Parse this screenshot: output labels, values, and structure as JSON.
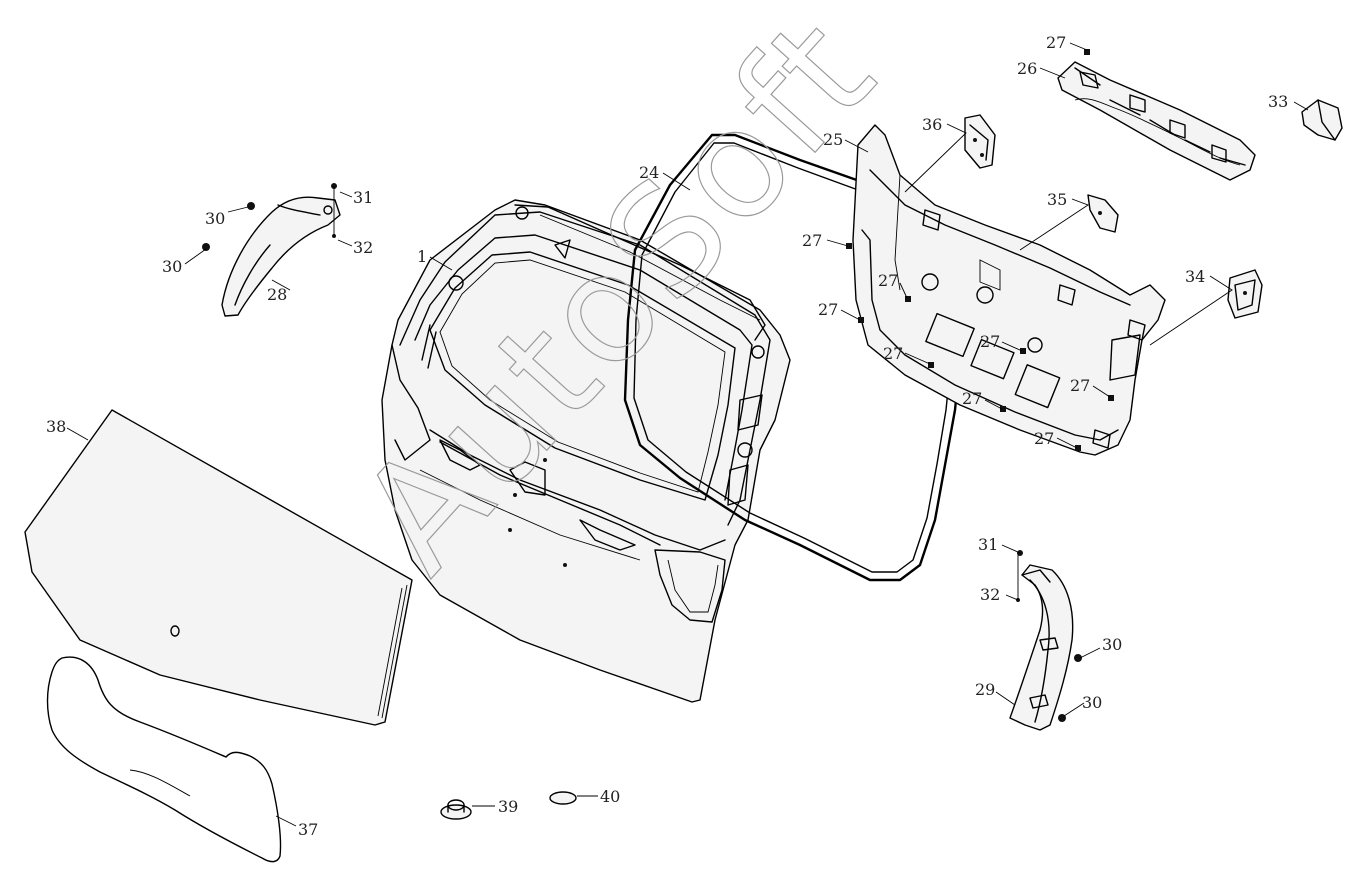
{
  "watermark": "AutoSoft",
  "callouts": {
    "c1": "1",
    "c24": "24",
    "c25": "25",
    "c26": "26",
    "c27a": "27",
    "c27b": "27",
    "c27c": "27",
    "c27d": "27",
    "c27e": "27",
    "c27f": "27",
    "c27g": "27",
    "c27h": "27",
    "c27i": "27",
    "c28": "28",
    "c29": "29",
    "c30a": "30",
    "c30b": "30",
    "c30c": "30",
    "c30d": "30",
    "c31a": "31",
    "c31b": "31",
    "c32a": "32",
    "c32b": "32",
    "c33": "33",
    "c34": "34",
    "c35": "35",
    "c36": "36",
    "c37": "37",
    "c38": "38",
    "c39": "39",
    "c40": "40"
  }
}
